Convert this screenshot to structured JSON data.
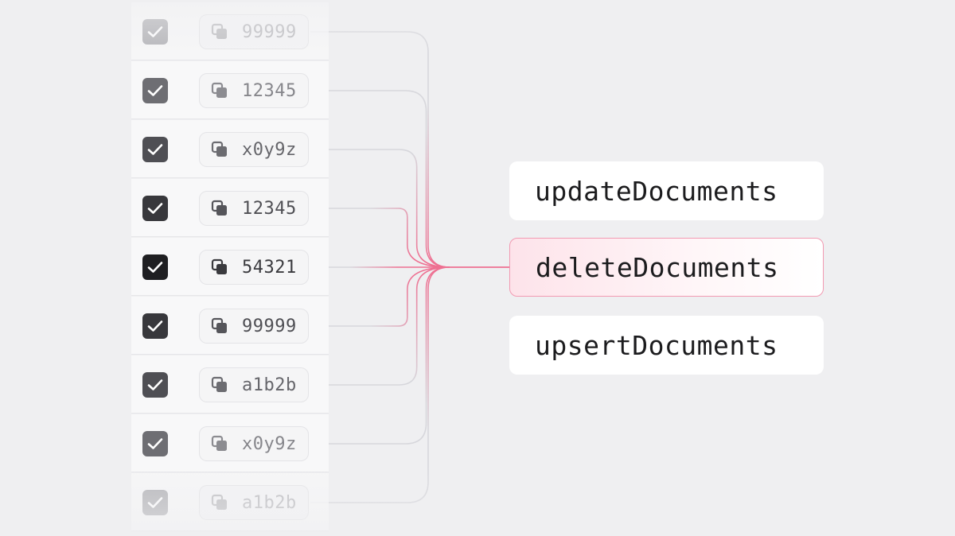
{
  "documents": [
    {
      "id": "99999",
      "checked": true
    },
    {
      "id": "12345",
      "checked": true
    },
    {
      "id": "x0y9z",
      "checked": true
    },
    {
      "id": "12345",
      "checked": true
    },
    {
      "id": "54321",
      "checked": true
    },
    {
      "id": "99999",
      "checked": true
    },
    {
      "id": "a1b2b",
      "checked": true
    },
    {
      "id": "x0y9z",
      "checked": true
    },
    {
      "id": "a1b2b",
      "checked": true
    }
  ],
  "operations": [
    {
      "label": "updateDocuments",
      "active": false
    },
    {
      "label": "deleteDocuments",
      "active": true
    },
    {
      "label": "upsertDocuments",
      "active": false
    }
  ],
  "colors": {
    "background": "#efeff1",
    "accent": "#ee6f91",
    "neutral_line": "#d7d7dc"
  },
  "icons": {
    "checkbox": "check-icon",
    "document": "copy-icon"
  }
}
